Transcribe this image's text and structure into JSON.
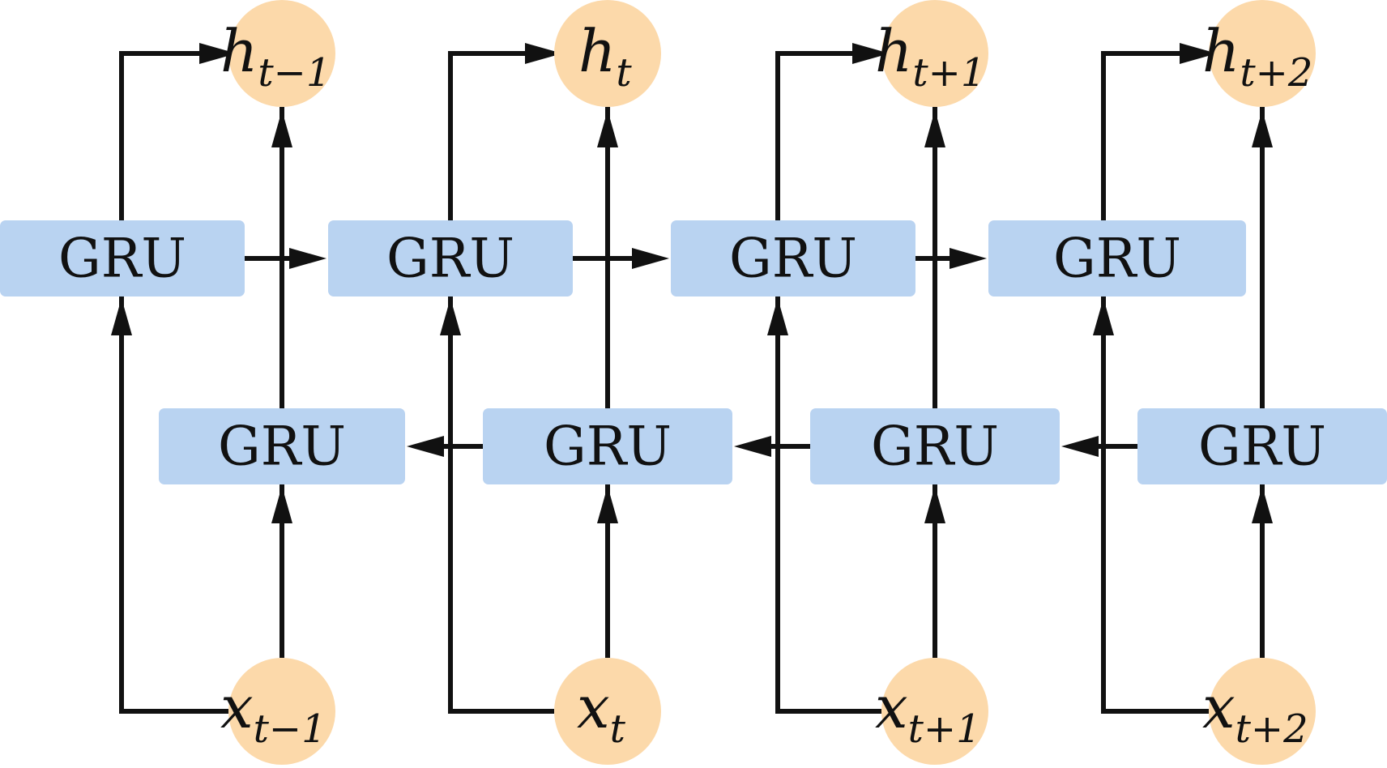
{
  "forward_layer": {
    "cells": [
      {
        "label": "GRU"
      },
      {
        "label": "GRU"
      },
      {
        "label": "GRU"
      },
      {
        "label": "GRU"
      }
    ]
  },
  "backward_layer": {
    "cells": [
      {
        "label": "GRU"
      },
      {
        "label": "GRU"
      },
      {
        "label": "GRU"
      },
      {
        "label": "GRU"
      }
    ]
  },
  "outputs": [
    {
      "base": "h",
      "sub": "t−1"
    },
    {
      "base": "h",
      "sub": "t"
    },
    {
      "base": "h",
      "sub": "t+1"
    },
    {
      "base": "h",
      "sub": "t+2"
    }
  ],
  "inputs": [
    {
      "base": "x",
      "sub": "t−1"
    },
    {
      "base": "x",
      "sub": "t"
    },
    {
      "base": "x",
      "sub": "t+1"
    },
    {
      "base": "x",
      "sub": "t+2"
    }
  ],
  "colors": {
    "node_fill": "#fcd9aa",
    "gru_fill": "#b9d3f1",
    "line": "#111111"
  }
}
